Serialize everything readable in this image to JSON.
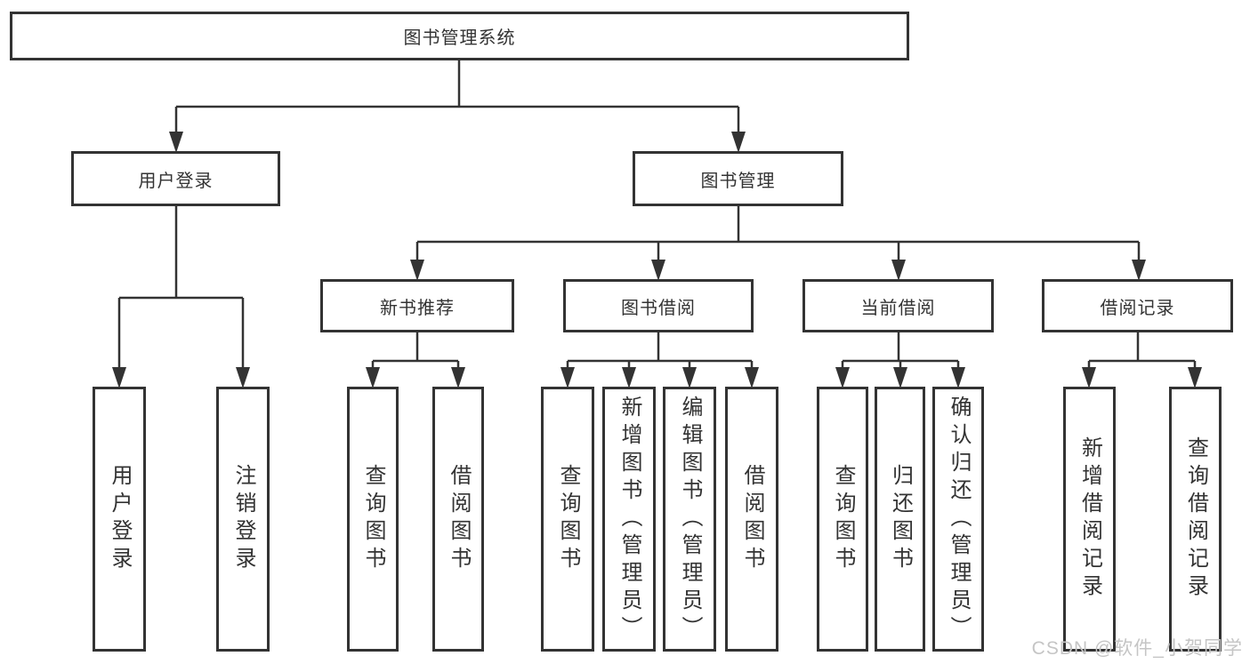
{
  "diagram": {
    "root": {
      "label": "图书管理系统"
    },
    "level2": [
      {
        "label": "用户登录"
      },
      {
        "label": "图书管理"
      }
    ],
    "level3": [
      {
        "label": "新书推荐",
        "parent": "图书管理"
      },
      {
        "label": "图书借阅",
        "parent": "图书管理"
      },
      {
        "label": "当前借阅",
        "parent": "图书管理"
      },
      {
        "label": "借阅记录",
        "parent": "图书管理"
      }
    ],
    "leaves": [
      {
        "label": "用户登录",
        "parent": "用户登录"
      },
      {
        "label": "注销登录",
        "parent": "用户登录"
      },
      {
        "label": "查询图书",
        "parent": "新书推荐"
      },
      {
        "label": "借阅图书",
        "parent": "新书推荐"
      },
      {
        "label": "查询图书",
        "parent": "图书借阅"
      },
      {
        "label": "新增图书（管理员）",
        "parent": "图书借阅"
      },
      {
        "label": "编辑图书（管理员）",
        "parent": "图书借阅"
      },
      {
        "label": "借阅图书",
        "parent": "图书借阅"
      },
      {
        "label": "查询图书",
        "parent": "当前借阅"
      },
      {
        "label": "归还图书",
        "parent": "当前借阅"
      },
      {
        "label": "确认归还（管理员）",
        "parent": "当前借阅"
      },
      {
        "label": "新增借阅记录",
        "parent": "借阅记录"
      },
      {
        "label": "查询借阅记录",
        "parent": "借阅记录"
      }
    ]
  },
  "watermark": {
    "text": "CSDN @软件_小贺同学"
  },
  "colors": {
    "line": "#333333",
    "box_border": "#333333",
    "box_background": "#ffffff",
    "watermark": "#c5c5c5"
  }
}
